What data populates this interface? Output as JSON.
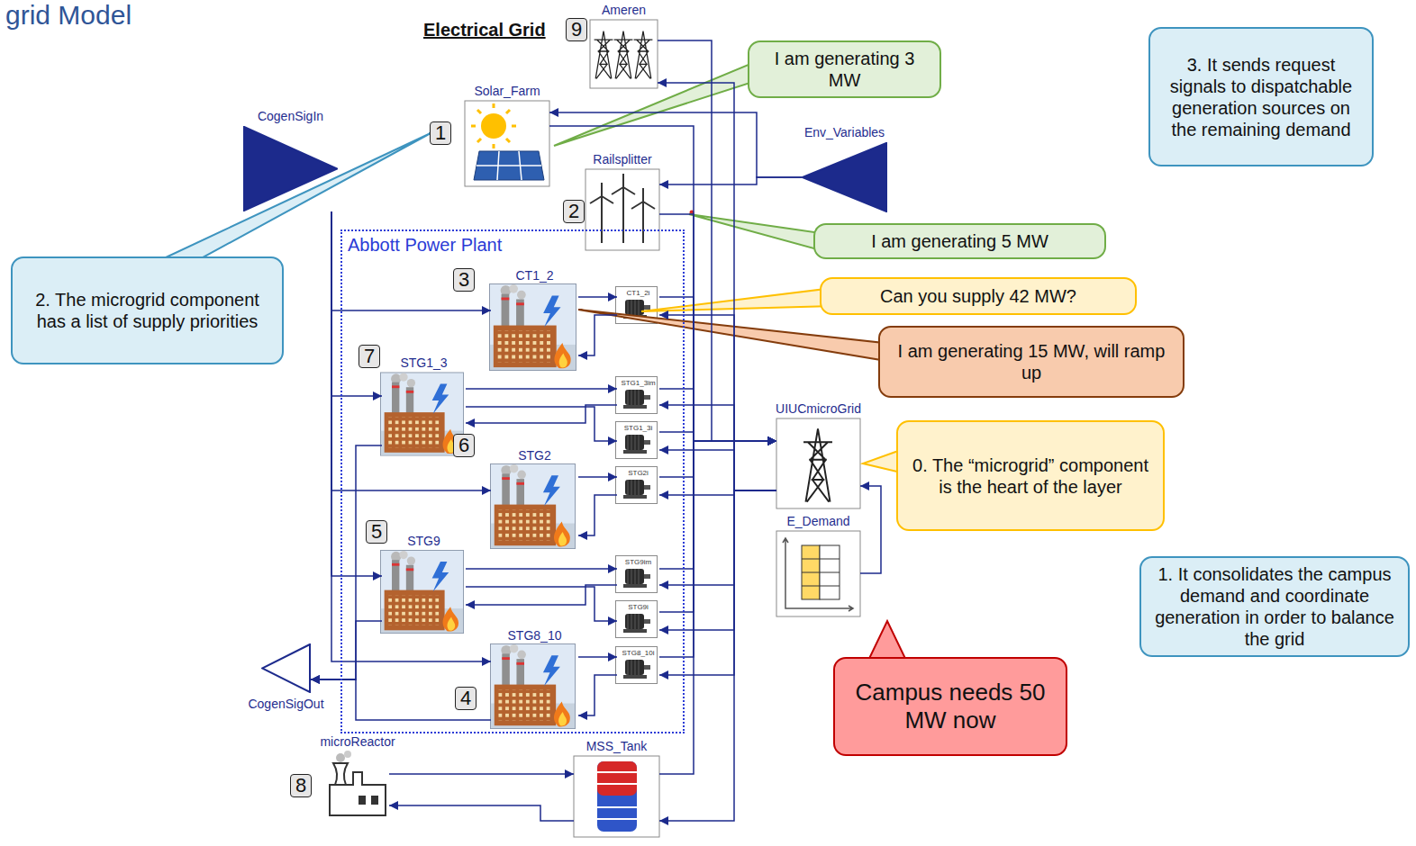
{
  "diagram": {
    "title": "Electrical Grid",
    "nodes": [
      {
        "text": [
          "Ameren"
        ]
      },
      {
        "text": [
          "Solar_Farm"
        ]
      },
      {
        "text": [
          "Railsplitter"
        ]
      },
      {
        "text": [
          "Abbott Power Plant"
        ]
      },
      {
        "text": [
          "CT1_2"
        ],
        "in": 3
      },
      {
        "text": [
          "CT1_2i"
        ],
        "in": 3
      },
      {
        "text": [
          "STG1_3"
        ],
        "in": 3
      },
      {
        "text": [
          "STG1_3im"
        ],
        "in": 3
      },
      {
        "text": [
          "STG1_3i"
        ],
        "in": 3
      },
      {
        "text": [
          "STG2"
        ],
        "in": 3
      },
      {
        "text": [
          "STG2i"
        ],
        "in": 3
      },
      {
        "text": [
          "STG9"
        ],
        "in": 3
      },
      {
        "text": [
          "STG9im"
        ],
        "in": 3
      },
      {
        "text": [
          "STG9i"
        ],
        "in": 3
      },
      {
        "text": [
          "STG8_10"
        ],
        "in": 3
      },
      {
        "text": [
          "STG8_10i"
        ],
        "in": 3
      },
      {
        "text": [
          "microReactor"
        ]
      },
      {
        "text": [
          "MSS_Tank"
        ]
      },
      {
        "text": [
          "UIUCmicroGrid"
        ]
      },
      {
        "text": [
          "E_Demand"
        ]
      },
      {
        "text": [
          "CogenSigIn"
        ]
      },
      {
        "text": [
          "CogenSigOut"
        ]
      },
      {
        "text": [
          "Env_Variables"
        ]
      },
      {
        "text": [
          "I am generating 3 MW"
        ]
      },
      {
        "text": [
          "I am generating 5 MW"
        ]
      },
      {
        "text": [
          "Can you supply 42 MW?"
        ]
      },
      {
        "text": [
          "I am generating 15 MW, will ramp up"
        ]
      },
      {
        "text": [
          "0. The “microgrid” component is the heart of the layer"
        ]
      },
      {
        "text": [
          "1. It consolidates the campus demand and coordinate generation in order to balance the grid"
        ]
      },
      {
        "text": [
          "2. The microgrid component has a list of supply priorities"
        ]
      },
      {
        "text": [
          "3. It sends request signals to dispatchable generation sources on the remaining demand"
        ]
      },
      {
        "text": [
          "Campus needs 50 MW now"
        ]
      }
    ],
    "edges": [
      {
        "from": 22,
        "to": 1,
        "arrow": "to"
      },
      {
        "from": 22,
        "to": 2,
        "arrow": "to"
      },
      {
        "from": 18,
        "to": 0,
        "arrow": "to"
      },
      {
        "from": 0,
        "to": 18,
        "arrow": "to"
      },
      {
        "from": 1,
        "to": 18,
        "arrow": "to"
      },
      {
        "from": 2,
        "to": 18,
        "arrow": "to"
      },
      {
        "from": 19,
        "to": 18,
        "arrow": "to"
      },
      {
        "from": 4,
        "to": 5,
        "arrow": "to"
      },
      {
        "from": 5,
        "to": 4,
        "arrow": "to"
      },
      {
        "from": 5,
        "to": 18,
        "arrow": "to"
      },
      {
        "from": 18,
        "to": 5,
        "arrow": "to"
      },
      {
        "from": 6,
        "to": 7,
        "arrow": "to"
      },
      {
        "from": 6,
        "to": 8,
        "arrow": "to"
      },
      {
        "from": 7,
        "to": 6,
        "arrow": "to"
      },
      {
        "from": 7,
        "to": 18,
        "arrow": "to"
      },
      {
        "from": 8,
        "to": 18,
        "arrow": "to"
      },
      {
        "from": 18,
        "to": 7,
        "arrow": "to"
      },
      {
        "from": 18,
        "to": 8,
        "arrow": "to"
      },
      {
        "from": 9,
        "to": 10,
        "arrow": "to"
      },
      {
        "from": 10,
        "to": 9,
        "arrow": "to"
      },
      {
        "from": 10,
        "to": 18,
        "arrow": "to"
      },
      {
        "from": 18,
        "to": 10,
        "arrow": "to"
      },
      {
        "from": 11,
        "to": 12,
        "arrow": "to"
      },
      {
        "from": 11,
        "to": 13,
        "arrow": "to"
      },
      {
        "from": 12,
        "to": 11,
        "arrow": "to"
      },
      {
        "from": 12,
        "to": 18,
        "arrow": "to"
      },
      {
        "from": 13,
        "to": 18,
        "arrow": "to"
      },
      {
        "from": 18,
        "to": 12,
        "arrow": "to"
      },
      {
        "from": 18,
        "to": 13,
        "arrow": "to"
      },
      {
        "from": 14,
        "to": 15,
        "arrow": "to"
      },
      {
        "from": 15,
        "to": 14,
        "arrow": "to"
      },
      {
        "from": 15,
        "to": 18,
        "arrow": "to"
      },
      {
        "from": 18,
        "to": 15,
        "arrow": "to"
      },
      {
        "from": 20,
        "to": 4,
        "arrow": "to"
      },
      {
        "from": 20,
        "to": 6,
        "arrow": "to"
      },
      {
        "from": 20,
        "to": 9,
        "arrow": "to"
      },
      {
        "from": 20,
        "to": 11,
        "arrow": "to"
      },
      {
        "from": 20,
        "to": 14,
        "arrow": "to"
      },
      {
        "from": 6,
        "to": 21,
        "arrow": "to"
      },
      {
        "from": 11,
        "to": 21,
        "arrow": "to"
      },
      {
        "from": 14,
        "to": 21,
        "arrow": "to"
      },
      {
        "from": 16,
        "to": 17,
        "arrow": "to"
      },
      {
        "from": 17,
        "to": 16,
        "arrow": "to"
      },
      {
        "from": 17,
        "to": 18,
        "arrow": "to"
      },
      {
        "from": 18,
        "to": 17,
        "arrow": "to"
      }
    ],
    "labels": [
      "grid Model",
      "9",
      "1",
      "2",
      "3",
      "7",
      "6",
      "5",
      "4",
      "8"
    ]
  }
}
